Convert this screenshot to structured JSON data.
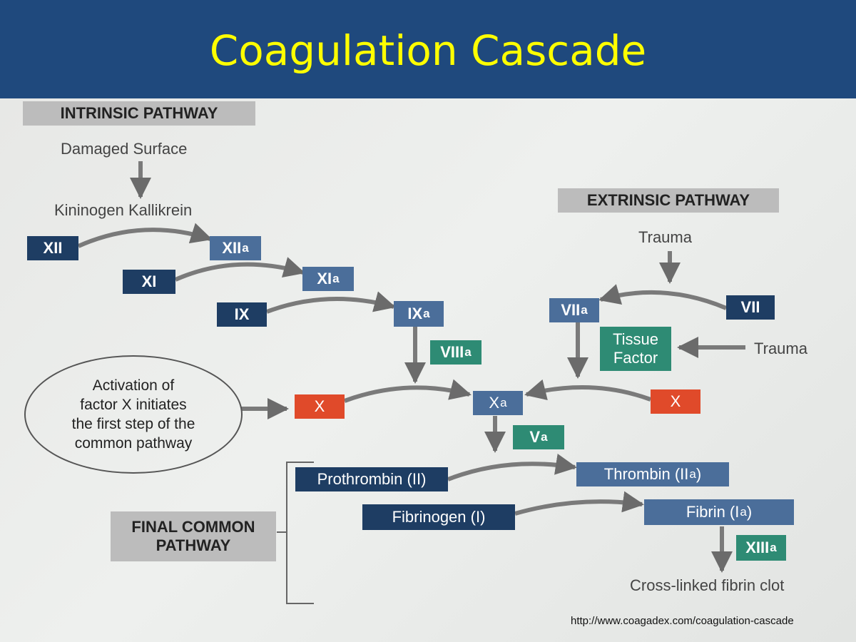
{
  "slide": {
    "title": "Coagulation Cascade"
  },
  "intrinsic": {
    "heading": "INTRINSIC PATHWAY",
    "start": "Damaged Surface",
    "activators": "Kininogen Kallikrein",
    "factors": {
      "xii": "XII",
      "xiia": "XII",
      "xi": "XI",
      "xia": "XI",
      "ix": "IX",
      "ixa": "IX",
      "viiia": "VIII",
      "x": "X"
    }
  },
  "extrinsic": {
    "heading": "EXTRINSIC PATHWAY",
    "trauma_top": "Trauma",
    "trauma_side": "Trauma",
    "factors": {
      "vii": "VII",
      "viia": "VII",
      "x": "X"
    },
    "tissue_factor": {
      "line1": "Tissue",
      "line2": "Factor"
    }
  },
  "common": {
    "xa": "X",
    "va": "V",
    "callout": {
      "line1": "Activation of",
      "line2": "factor X initiates",
      "line3": "the first step of the",
      "line4": "common pathway"
    }
  },
  "final_pathway": {
    "heading_line1": "FINAL COMMON",
    "heading_line2": "PATHWAY",
    "prothrombin": "Prothrombin (II)",
    "thrombin": "Thrombin (II",
    "fibrinogen": "Fibrinogen (I)",
    "fibrin": "Fibrin (I",
    "xiiia": "XIII",
    "clot": "Cross-linked fibrin clot"
  },
  "subscript": "a",
  "close_paren": ")",
  "source_url": "http://www.coagadex.com/coagulation-cascade",
  "colors": {
    "header": "#1f497d",
    "title": "#ffff00",
    "dark_box": "#1e3d63",
    "mid_box": "#4b6e9a",
    "green_box": "#2e8b74",
    "red_box": "#e04a2a"
  }
}
